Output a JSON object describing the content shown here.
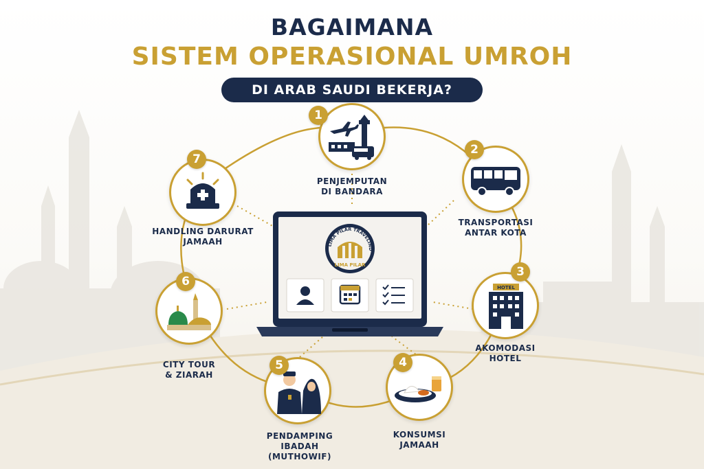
{
  "title": {
    "line1": "BAGAIMANA",
    "line2": "SISTEM OPERASIONAL UMROH",
    "subtitle": "DI ARAB SAUDI BEKERJA?"
  },
  "logo": {
    "arc_text": "PT LIMA PILAR TRAVELINDO",
    "brand": "LIMA PILAR"
  },
  "steps": [
    {
      "number": "1",
      "line1": "PENJEMPUTAN",
      "line2": "DI BANDARA",
      "icon": "airport-pickup-icon"
    },
    {
      "number": "2",
      "line1": "TRANSPORTASI",
      "line2": "ANTAR KOTA",
      "icon": "bus-icon"
    },
    {
      "number": "3",
      "line1": "AKOMODASI",
      "line2": "HOTEL",
      "icon": "hotel-icon",
      "icon_text": "HOTEL"
    },
    {
      "number": "4",
      "line1": "KONSUMSI",
      "line2": "JAMAAH",
      "icon": "meal-icon"
    },
    {
      "number": "5",
      "line1": "PENDAMPING IBADAH",
      "line2": "(MUTHOWIF)",
      "icon": "guide-couple-icon"
    },
    {
      "number": "6",
      "line1": "CITY TOUR",
      "line2": "& ZIARAH",
      "icon": "mosque-icon"
    },
    {
      "number": "7",
      "line1": "HANDLING DARURAT",
      "line2": "JAMAAH",
      "icon": "emergency-siren-icon"
    }
  ],
  "colors": {
    "navy": "#1b2b4a",
    "gold": "#c9a033"
  }
}
